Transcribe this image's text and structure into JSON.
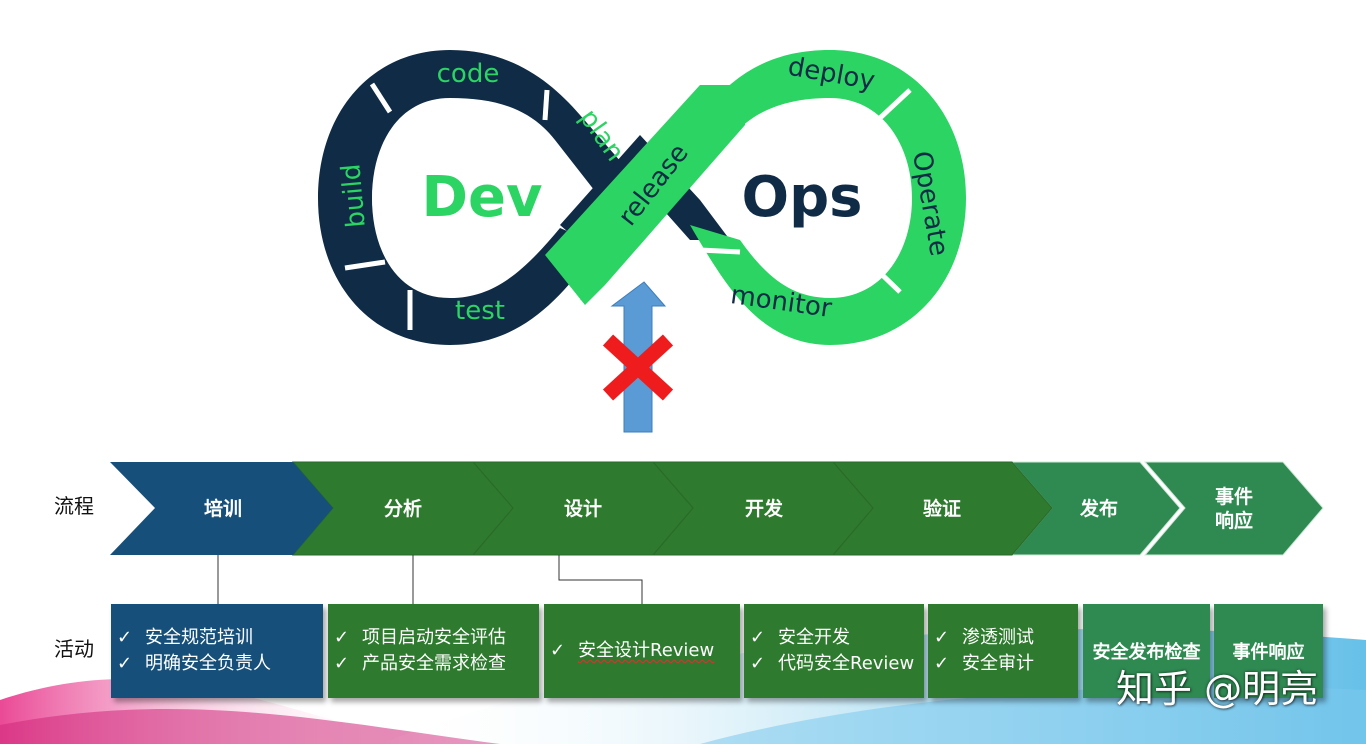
{
  "devops": {
    "dev_label": "Dev",
    "ops_label": "Ops",
    "stages": {
      "code": "code",
      "build": "build",
      "test": "test",
      "plan": "plan",
      "release": "release",
      "deploy": "deploy",
      "operate": "Operate",
      "monitor": "monitor"
    },
    "colors": {
      "dev": "#0f2b45",
      "ops": "#2bd463"
    }
  },
  "rows": {
    "process_label": "流程",
    "activity_label": "活动"
  },
  "process_steps": [
    {
      "label": "培训",
      "color": "#16507a"
    },
    {
      "label": "分析",
      "color": "#2e7a2e"
    },
    {
      "label": "设计",
      "color": "#2e7a2e"
    },
    {
      "label": "开发",
      "color": "#2e7a2e"
    },
    {
      "label": "验证",
      "color": "#2e7a2e"
    },
    {
      "label": "发布",
      "color": "#2f8a52"
    },
    {
      "label": "事件\n响应",
      "label_line1": "事件",
      "label_line2": "响应",
      "color": "#2f8a52"
    }
  ],
  "activities": [
    {
      "items": [
        "安全规范培训",
        "明确安全负责人"
      ]
    },
    {
      "items": [
        "项目启动安全评估",
        "产品安全需求检查"
      ]
    },
    {
      "items": [
        "安全设计Review"
      ]
    },
    {
      "items": [
        "安全开发",
        "代码安全Review"
      ]
    },
    {
      "items": [
        "渗透测试",
        "安全审计"
      ]
    },
    {
      "title": "安全发布检查"
    },
    {
      "title": "事件响应"
    }
  ],
  "check_mark": "✓",
  "watermark": "知乎 @明亮"
}
